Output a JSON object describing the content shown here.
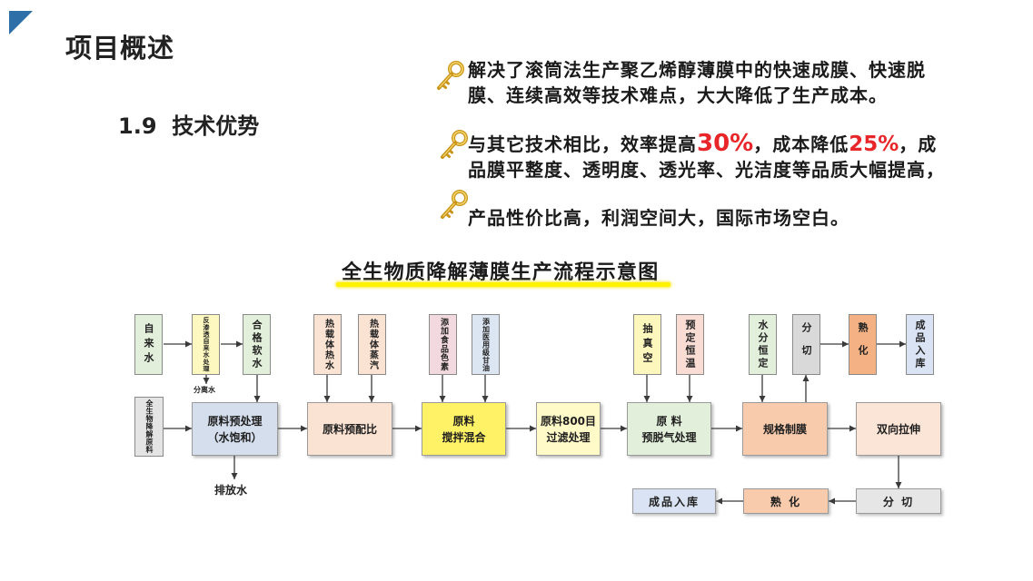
{
  "slide": {
    "title": "项目概述",
    "section": "1.9  技术优势",
    "accent_color": "#2f6fa7"
  },
  "highlight_color": "#e8262a",
  "bullets": [
    {
      "icon": "key-icon",
      "lines": [
        "解决了滚筒法生产聚乙烯醇薄膜中的快速成膜、快速脱",
        "膜、连续高效等技术难点，大大降低了生产成本。"
      ]
    },
    {
      "icon": "key-icon",
      "line1": {
        "a": "与其它技术相比，效率提高",
        "value1": "30%",
        "b": "，成本降低",
        "value2": "25%",
        "c": "，成"
      },
      "line2": "品膜平整度、透明度、透光率、光洁度等品质大幅提高，"
    },
    {
      "icon": "key-icon",
      "lines": [
        "产品性价比高，利润空间大，国际市场空白。"
      ]
    }
  ],
  "diagram": {
    "title": "全生物质降解薄膜生产流程示意图",
    "underline_color": "#fff200",
    "top_boxes": [
      {
        "label": "自来水",
        "color": "#e2efda"
      },
      {
        "label": "反渗透自来水处理",
        "color": "#fdf8c0"
      },
      {
        "label": "合格软水",
        "color": "#e2efda"
      },
      {
        "label": "热载体热水",
        "color": "#fbe3d3"
      },
      {
        "label": "热载体蒸汽",
        "color": "#fbe3d3"
      },
      {
        "label": "添加食品色素",
        "color": "#f2d9df"
      },
      {
        "label": "添加医用级甘油",
        "color": "#dce6f2"
      },
      {
        "label": "抽真空",
        "color": "#fdf6bd"
      },
      {
        "label": "预定恒温",
        "color": "#f9ddd5"
      },
      {
        "label": "水分恒定",
        "color": "#e2efda"
      },
      {
        "label": "分切",
        "color": "#d9d9d9"
      },
      {
        "label": "熟化",
        "color": "#f4b183"
      },
      {
        "label": "成品入库",
        "color": "#dae3f3"
      }
    ],
    "raw_material": {
      "label": "全生物降解原料",
      "color": "#e4e4e4"
    },
    "process": [
      {
        "lines": [
          "原料预处理",
          "（水饱和）"
        ],
        "color": "#d5deec"
      },
      {
        "lines": [
          "原料预配比"
        ],
        "color": "#fbe3d3"
      },
      {
        "lines": [
          "原料",
          "搅拌混合"
        ],
        "color": "#fff266"
      },
      {
        "lines": [
          "原料800目",
          "过滤处理"
        ],
        "color": "#fffac8"
      },
      {
        "lines": [
          "原 料",
          "预脱气处理"
        ],
        "color": "#e2efda"
      },
      {
        "lines": [
          "规格制膜"
        ],
        "color": "#f8cbad"
      },
      {
        "lines": [
          "双向拉伸"
        ],
        "color": "#fbe5d6"
      }
    ],
    "finishing": [
      {
        "label": "分 切",
        "color": "#e7e6e6"
      },
      {
        "label": "熟 化",
        "color": "#f8cbad"
      },
      {
        "label": "成品入库",
        "color": "#dae3f3"
      }
    ],
    "outputs": {
      "separated_water": "分离水",
      "drain_water": "排放水"
    }
  }
}
